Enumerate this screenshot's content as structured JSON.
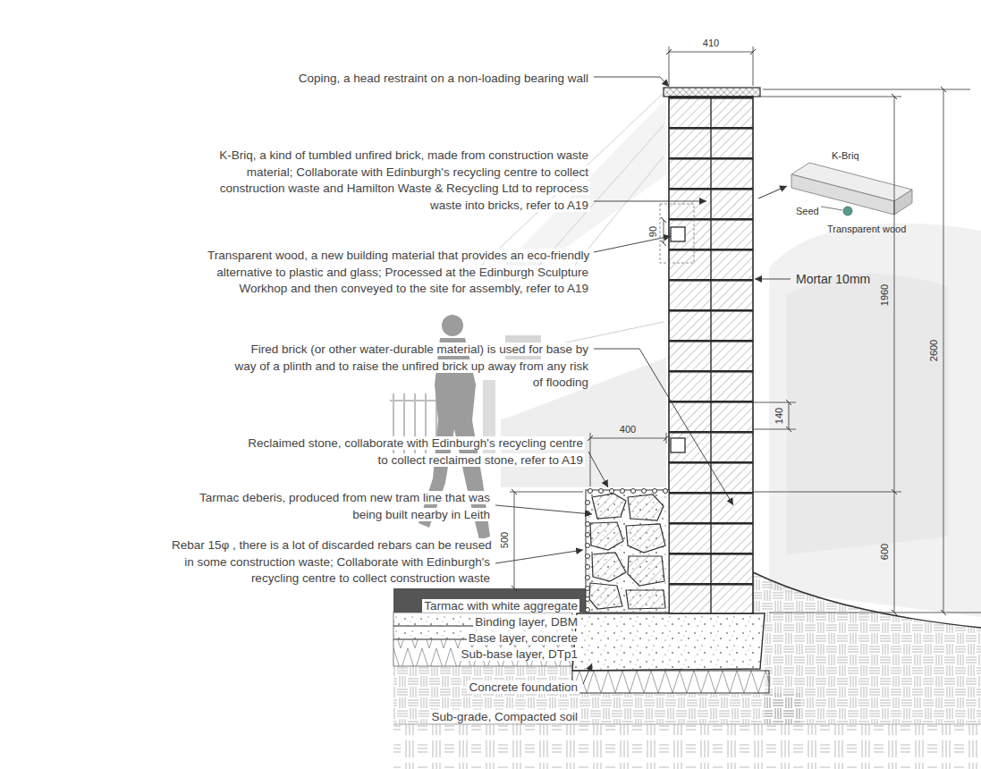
{
  "diagram": {
    "labels": [
      "Coping, a head restraint on a non-loading bearing wall",
      "K-Briq, a kind of tumbled unfired brick, made from construction waste material; Collaborate with Edinburgh's recycling centre to collect construction waste and Hamilton Waste & Recycling Ltd to reprocess waste into bricks, refer to A19",
      "Transparent wood, a new building material that provides an eco-friendly alternative to plastic and glass; Processed at the Edinburgh Sculpture Workhop and then conveyed to the site for assembly, refer to A19",
      "Fired brick (or other water-durable material) is used for base by way of a plinth and to raise the unfired brick up away from any risk of flooding",
      "Reclaimed stone, collaborate with Edinburgh's recycling centre to collect reclaimed stone, refer to A19",
      "Tarmac deberis, produced from new tram line that was being built nearby in Leith",
      "Rebar 15φ , there is a lot of discarded rebars can be reused in some construction waste; Collaborate with Edinburgh's recycling centre to collect construction waste",
      "Tarmac with white aggregate",
      "Binding layer, DBM",
      "Base layer, concrete",
      "Sub-base layer, DTp1",
      "Concrete foundation",
      "Sub-grade, Compacted soil",
      "410",
      "90",
      "Mortar 10mm",
      "1960",
      "2600",
      "140",
      "400",
      "500",
      "600",
      "K-Briq",
      "Seed",
      "Transparent wood"
    ]
  }
}
